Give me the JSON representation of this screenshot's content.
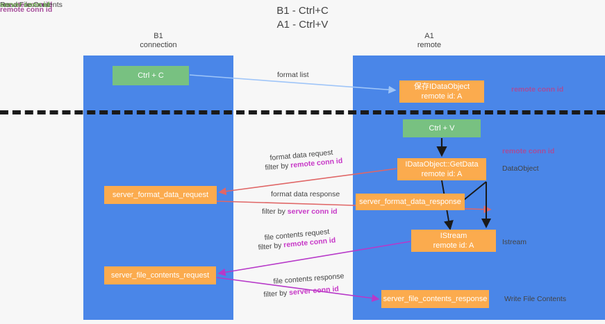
{
  "title": {
    "line1": "B1 - Ctrl+C",
    "line2": "A1 - Ctrl+V"
  },
  "lanes": [
    {
      "id": "b1",
      "name": "B1",
      "sub": "connection",
      "color": "#4a86e8"
    },
    {
      "id": "a1",
      "name": "A1",
      "sub": "remote",
      "color": "#4a86e8"
    }
  ],
  "nodes": {
    "ctrl_c": {
      "line1": "Ctrl + C",
      "line2": "",
      "color": "#78c181"
    },
    "save_idataobject": {
      "line1": "保存IDataObject",
      "line2": "remote id: A",
      "color": "#fbab4e"
    },
    "ctrl_v": {
      "line1": "Ctrl + V",
      "line2": "",
      "color": "#78c181"
    },
    "getdata": {
      "line1": "IDataObject::GetData",
      "line2": "remote id: A",
      "color": "#fbab4e"
    },
    "server_format_data_request": {
      "line1": "server_format_data_request",
      "line2": "",
      "color": "#fbab4e"
    },
    "server_format_data_response": {
      "line1": "server_format_data_response",
      "line2": "",
      "color": "#fbab4e"
    },
    "istream": {
      "line1": "IStream",
      "line2": "remote id: A",
      "color": "#fbab4e"
    },
    "server_file_contents_request": {
      "line1": "server_file_contents_request",
      "line2": "",
      "color": "#fbab4e"
    },
    "server_file_contents_response": {
      "line1": "server_file_contents_response",
      "line2": "",
      "color": "#fbab4e"
    }
  },
  "edges": {
    "format_list": {
      "label": "format list"
    },
    "format_data_request": {
      "label": "format data request",
      "filter_prefix": "filter by ",
      "filter_key": "remote conn id"
    },
    "format_data_response": {
      "label": "format data response",
      "filter_prefix": "filter by ",
      "filter_key": "server conn id"
    },
    "file_contents_request": {
      "label": "file contents request",
      "filter_prefix": "filter by ",
      "filter_key": "remote conn id"
    },
    "file_contents_response": {
      "label": "file contents response",
      "filter_prefix": "filter by ",
      "filter_key": "server conn id"
    }
  },
  "side_labels": {
    "right": [
      {
        "text": "remote conn id",
        "kind": "purple"
      },
      {
        "text": "remote conn id",
        "kind": "purple"
      },
      {
        "text": "DataObject",
        "kind": "dark"
      },
      {
        "text": "Istream",
        "kind": "dark"
      },
      {
        "text": "Write File Contents",
        "kind": "dark"
      }
    ],
    "left_group_1": {
      "remote": "remote conn id",
      "server": "server conn id"
    },
    "left_group_2": {
      "heading": "Read File Contents",
      "remote": "remote conn id",
      "server": "server conn id"
    }
  },
  "colors": {
    "lane": "#4a86e8",
    "green_node": "#78c181",
    "orange_node": "#fbab4e",
    "purple": "#a64d9a",
    "green_text": "#6aa84f",
    "arrow_blue": "#9fc5f8",
    "arrow_red": "#e06666",
    "arrow_magenta": "#b739c9",
    "arrow_black": "#1a1a1a",
    "background": "#f7f7f7"
  }
}
